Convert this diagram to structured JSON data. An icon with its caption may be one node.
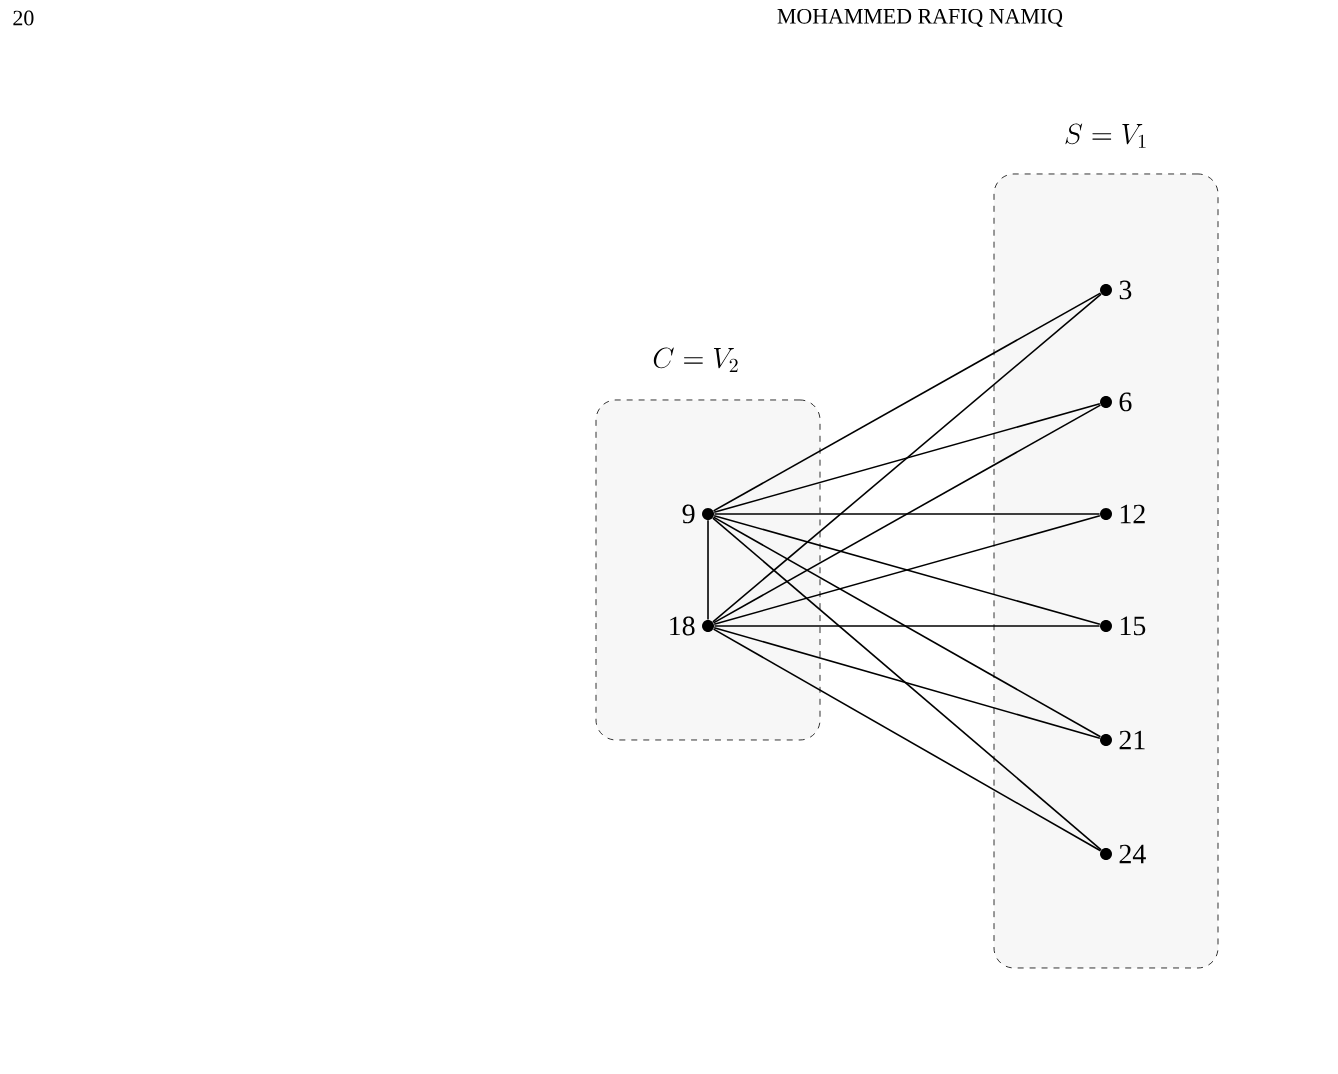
{
  "diagram": {
    "nodes": [
      {
        "text": [
          "C = V_2"
        ]
      },
      {
        "text": [],
        "shape": "circle",
        "beside": [
          "9"
        ],
        "in": 0
      },
      {
        "text": [],
        "shape": "circle",
        "beside": [
          "18"
        ],
        "in": 0
      },
      {
        "text": [
          "S = V_1"
        ]
      },
      {
        "text": [],
        "shape": "circle",
        "beside": [
          "3"
        ],
        "in": 3
      },
      {
        "text": [],
        "shape": "circle",
        "beside": [
          "6"
        ],
        "in": 3
      },
      {
        "text": [],
        "shape": "circle",
        "beside": [
          "12"
        ],
        "in": 3
      },
      {
        "text": [],
        "shape": "circle",
        "beside": [
          "15"
        ],
        "in": 3
      },
      {
        "text": [],
        "shape": "circle",
        "beside": [
          "21"
        ],
        "in": 3
      },
      {
        "text": [],
        "shape": "circle",
        "beside": [
          "24"
        ],
        "in": 3
      }
    ],
    "edges": [
      {
        "from": 1,
        "to": 2,
        "arrow": "none"
      },
      {
        "from": 1,
        "to": 4,
        "arrow": "none"
      },
      {
        "from": 1,
        "to": 5,
        "arrow": "none"
      },
      {
        "from": 1,
        "to": 6,
        "arrow": "none"
      },
      {
        "from": 1,
        "to": 7,
        "arrow": "none"
      },
      {
        "from": 1,
        "to": 8,
        "arrow": "none"
      },
      {
        "from": 1,
        "to": 9,
        "arrow": "none"
      },
      {
        "from": 2,
        "to": 4,
        "arrow": "none"
      },
      {
        "from": 2,
        "to": 5,
        "arrow": "none"
      },
      {
        "from": 2,
        "to": 6,
        "arrow": "none"
      },
      {
        "from": 2,
        "to": 7,
        "arrow": "none"
      },
      {
        "from": 2,
        "to": 8,
        "arrow": "none"
      },
      {
        "from": 2,
        "to": 9,
        "arrow": "none"
      }
    ],
    "labels": [
      "20",
      "MOHAMMED RAFIQ NAMIQ"
    ]
  }
}
